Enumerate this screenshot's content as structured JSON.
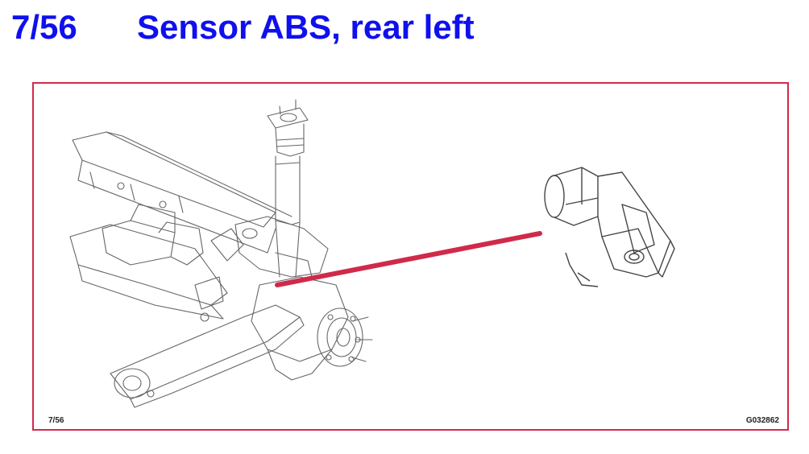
{
  "header": {
    "number": "7/56",
    "title": "Sensor ABS, rear left"
  },
  "figure": {
    "ref_left": "7/56",
    "ref_right": "G032862"
  },
  "colors": {
    "title": "#1010ee",
    "frame": "#d02a4a",
    "pointer": "#d02a4a",
    "line_art": "#555555"
  }
}
